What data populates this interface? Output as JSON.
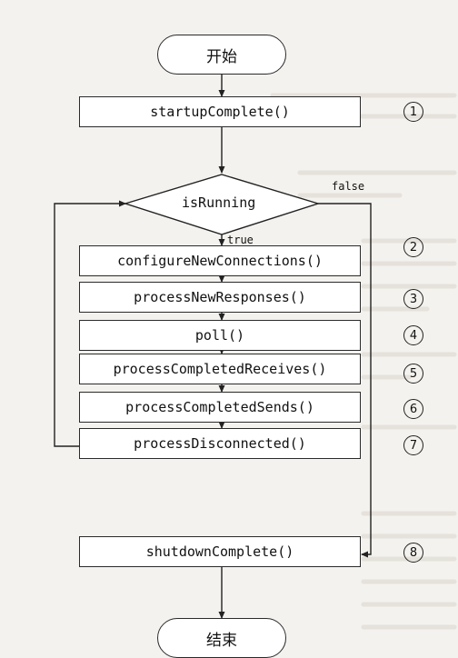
{
  "start": "开始",
  "end": "结束",
  "decision": "isRunning",
  "true_label": "true",
  "false_label": "false",
  "steps": [
    {
      "label": "startupComplete()",
      "num": "1"
    },
    {
      "label": "configureNewConnections()",
      "num": "2"
    },
    {
      "label": "processNewResponses()",
      "num": "3"
    },
    {
      "label": "poll()",
      "num": "4"
    },
    {
      "label": "processCompletedReceives()",
      "num": "5"
    },
    {
      "label": "processCompletedSends()",
      "num": "6"
    },
    {
      "label": "processDisconnected()",
      "num": "7"
    },
    {
      "label": "shutdownComplete()",
      "num": "8"
    }
  ]
}
